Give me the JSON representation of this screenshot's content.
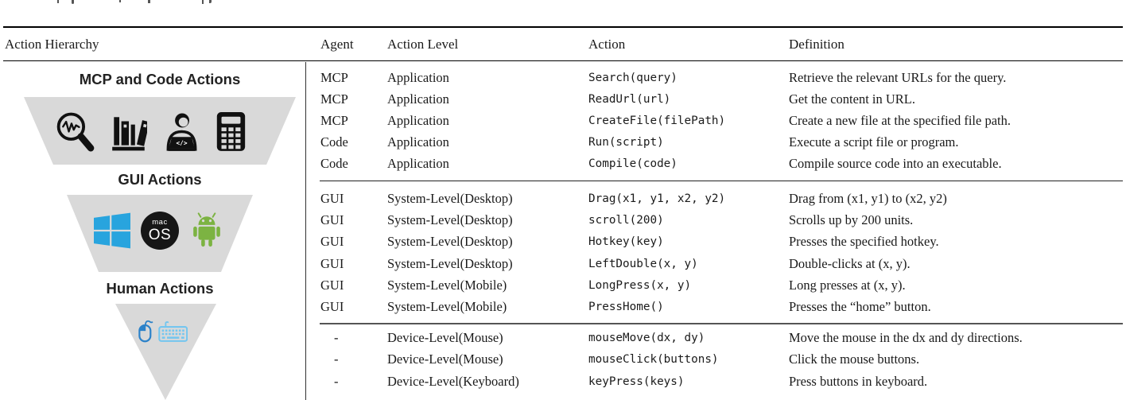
{
  "header": {
    "col_hierarchy": "Action Hierarchy",
    "col_agent": "Agent",
    "col_action_level": "Action Level",
    "col_action": "Action",
    "col_definition": "Definition"
  },
  "diagram": {
    "levels": [
      {
        "label": "MCP and Code Actions",
        "icons": [
          "magnifier-waveform-icon",
          "books-icon",
          "developer-laptop-icon",
          "calculator-icon"
        ]
      },
      {
        "label": "GUI Actions",
        "icons": [
          "windows-icon",
          "macos-icon",
          "android-icon"
        ]
      },
      {
        "label": "Human Actions",
        "icons": [
          "mouse-icon",
          "keyboard-icon"
        ]
      }
    ],
    "macos_icon_text_top": "mac",
    "macos_icon_text_bottom": "OS",
    "colors": {
      "funnel_gray": "#D9D9D9",
      "icon_black": "#111111",
      "windows_blue": "#28A4DE",
      "macos_black": "#161616",
      "android_green": "#7CB342",
      "mouse_blue": "#2C82C9",
      "keyboard_blue": "#74C6EF"
    }
  },
  "table": {
    "groups": [
      {
        "rows": [
          {
            "agent": "MCP",
            "level": "Application",
            "action": "Search(query)",
            "definition": "Retrieve the relevant URLs for the query."
          },
          {
            "agent": "MCP",
            "level": "Application",
            "action": "ReadUrl(url)",
            "definition": "Get the content in URL."
          },
          {
            "agent": "MCP",
            "level": "Application",
            "action": "CreateFile(filePath)",
            "definition": "Create a new file at the specified file path."
          },
          {
            "agent": "Code",
            "level": "Application",
            "action": "Run(script)",
            "definition": "Execute a script file or program."
          },
          {
            "agent": "Code",
            "level": "Application",
            "action": "Compile(code)",
            "definition": "Compile source code into an executable."
          }
        ]
      },
      {
        "rows": [
          {
            "agent": "GUI",
            "level": "System-Level(Desktop)",
            "action": "Drag(x1, y1, x2, y2)",
            "definition": "Drag from (x1, y1) to (x2, y2)"
          },
          {
            "agent": "GUI",
            "level": "System-Level(Desktop)",
            "action": "scroll(200)",
            "definition": "Scrolls up by 200 units."
          },
          {
            "agent": "GUI",
            "level": "System-Level(Desktop)",
            "action": "Hotkey(key)",
            "definition": "Presses the specified hotkey."
          },
          {
            "agent": "GUI",
            "level": "System-Level(Desktop)",
            "action": "LeftDouble(x, y)",
            "definition": "Double-clicks at (x, y)."
          },
          {
            "agent": "GUI",
            "level": "System-Level(Mobile)",
            "action": "LongPress(x, y)",
            "definition": "Long presses at (x, y)."
          },
          {
            "agent": "GUI",
            "level": "System-Level(Mobile)",
            "action": "PressHome()",
            "definition": "Presses the “home” button."
          }
        ]
      },
      {
        "rows": [
          {
            "agent": "-",
            "level": "Device-Level(Mouse)",
            "action": "mouseMove(dx, dy)",
            "definition": "Move the mouse in the dx and dy directions."
          },
          {
            "agent": "-",
            "level": "Device-Level(Mouse)",
            "action": "mouseClick(buttons)",
            "definition": "Click the mouse buttons."
          },
          {
            "agent": "-",
            "level": "Device-Level(Keyboard)",
            "action": "keyPress(keys)",
            "definition": "Press buttons in keyboard."
          }
        ]
      }
    ]
  }
}
